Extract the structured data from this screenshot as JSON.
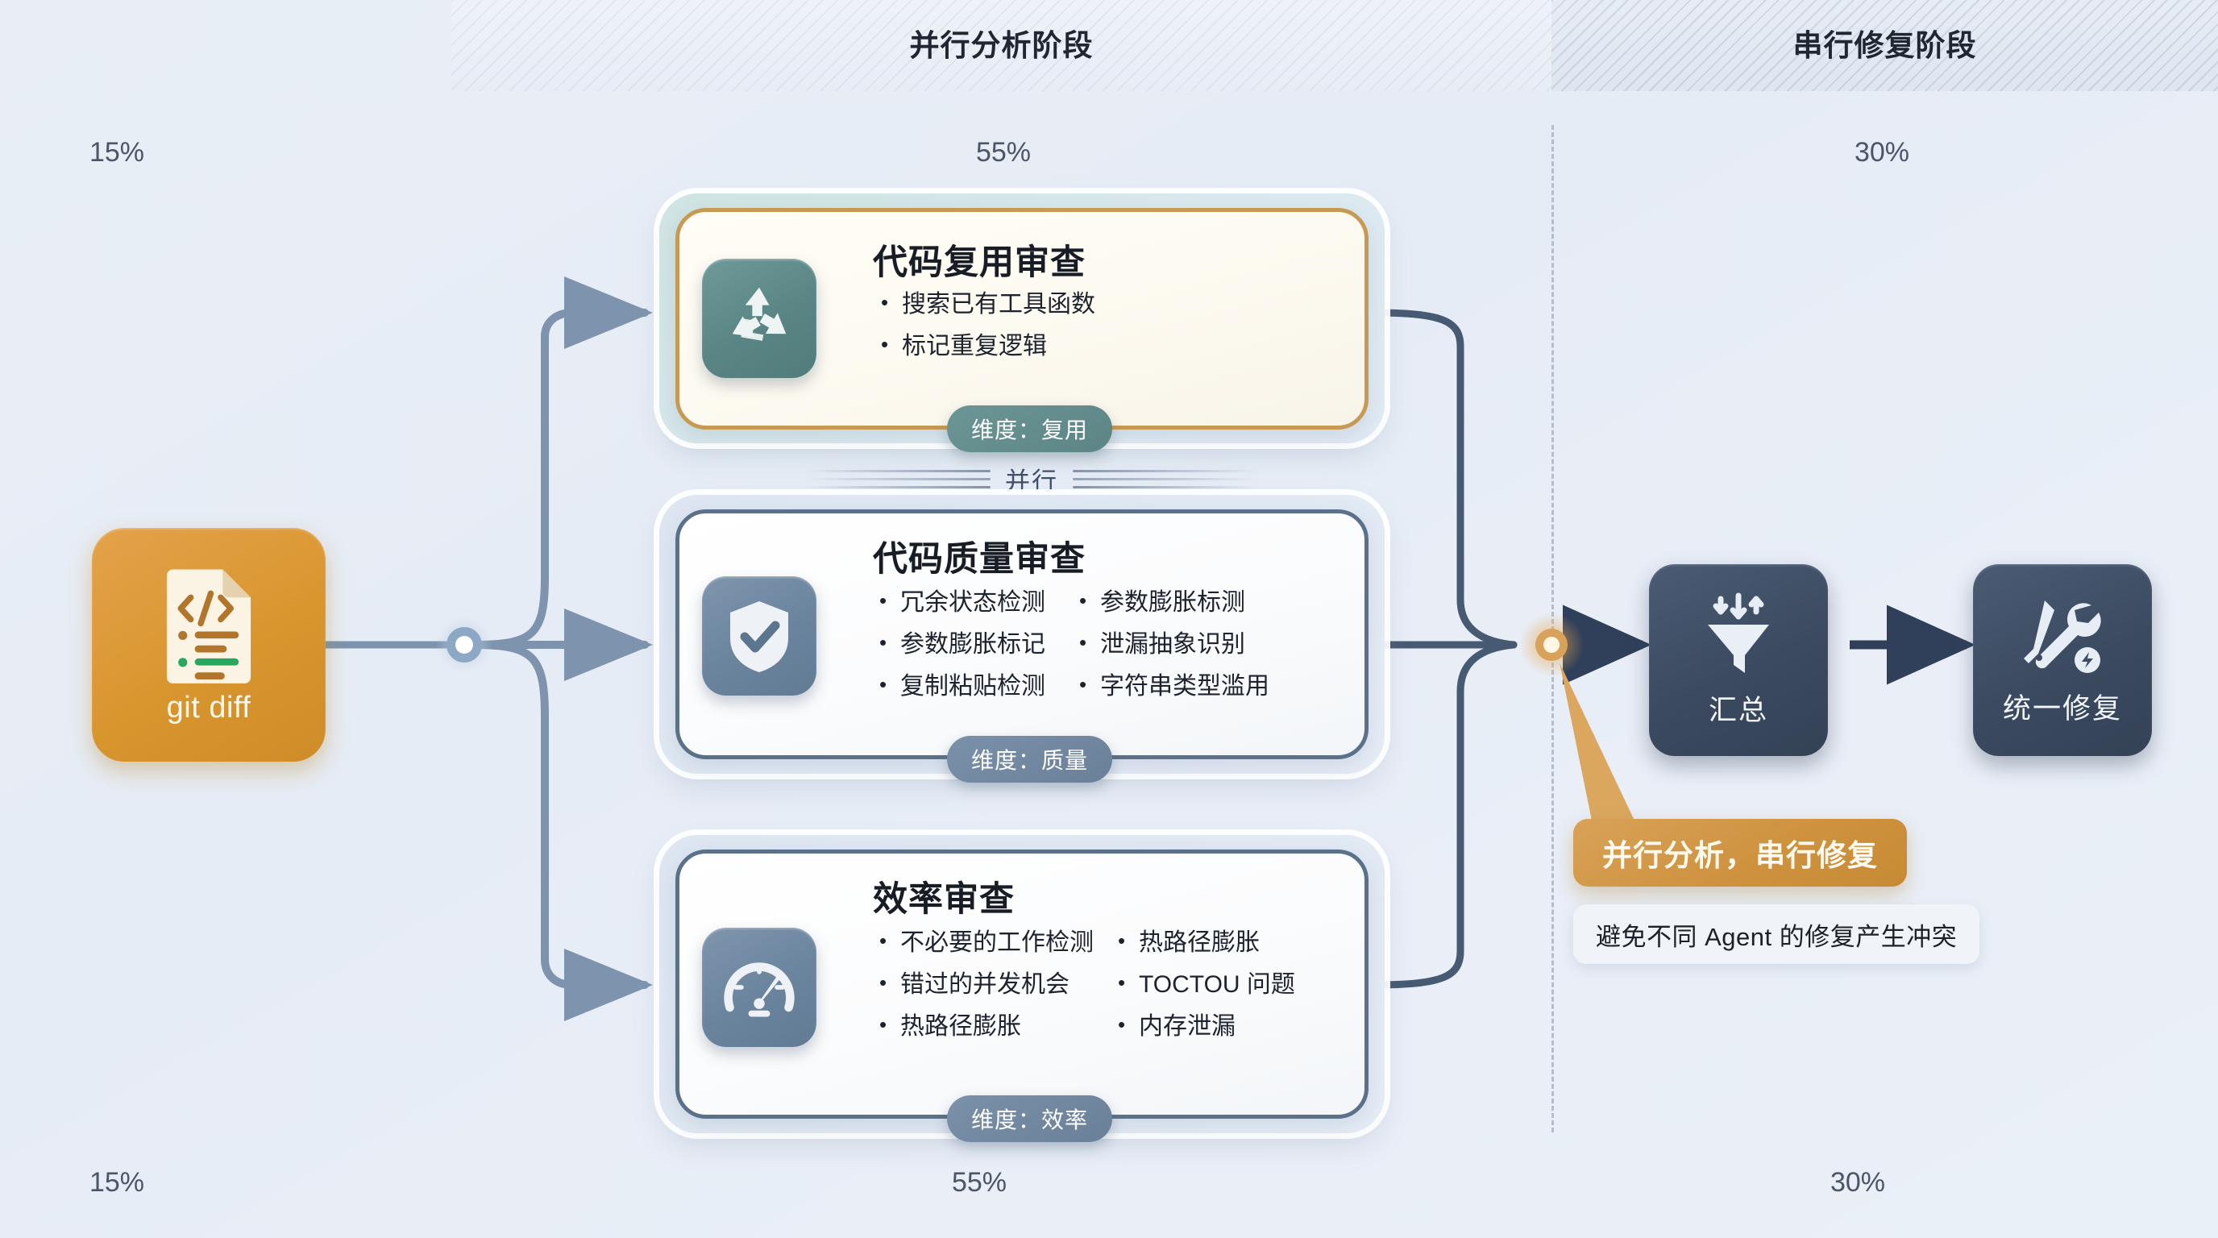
{
  "phases": {
    "middle": {
      "label": "并行分析阶段",
      "pct_top": "55%",
      "pct_bottom": "55%"
    },
    "right": {
      "label": "串行修复阶段",
      "pct_top": "30%",
      "pct_bottom": "30%"
    },
    "left": {
      "pct_top": "15%",
      "pct_bottom": "15%"
    }
  },
  "source": {
    "label": "git diff",
    "icon": "code-file-icon",
    "color": "#d9962f"
  },
  "divider": {
    "label": "并行"
  },
  "cards": [
    {
      "title": "代码复用审查",
      "icon": "recycle-icon",
      "accent": "#c79a54",
      "tile_color": "#5a8585",
      "pill": "维度：复用",
      "bullets_left": [
        "搜索已有工具函数",
        "标记重复逻辑"
      ],
      "bullets_right": []
    },
    {
      "title": "代码质量审查",
      "icon": "shield-check-icon",
      "accent": "#5b7189",
      "tile_color": "#6b849e",
      "pill": "维度：质量",
      "bullets_left": [
        "冗余状态检测",
        "参数膨胀标记",
        "复制粘贴检测"
      ],
      "bullets_right": [
        "参数膨胀标测",
        "泄漏抽象识别",
        "字符串类型滥用"
      ]
    },
    {
      "title": "效率审查",
      "icon": "speedometer-icon",
      "accent": "#5b7189",
      "tile_color": "#6b849e",
      "pill": "维度：效率",
      "bullets_left": [
        "不必要的工作检测",
        "错过的并发机会",
        "热路径膨胀"
      ],
      "bullets_right": [
        "热路径膨胀",
        "TOCTOU 问题",
        "内存泄漏"
      ]
    }
  ],
  "right_nodes": [
    {
      "label": "汇总",
      "icon": "funnel-icon"
    },
    {
      "label": "统一修复",
      "icon": "wrench-tools-icon"
    }
  ],
  "callout": {
    "main": "并行分析，串行修复",
    "sub": "避免不同 Agent 的修复产生冲突",
    "color": "#cf9340"
  },
  "colors": {
    "background": "#e9eef6",
    "edge": "#7e94ae",
    "edge_dark": "#475a73",
    "amber": "#d9962f",
    "teal": "#5a8585",
    "slate": "#6b849e",
    "navy": "#3b4a60"
  }
}
